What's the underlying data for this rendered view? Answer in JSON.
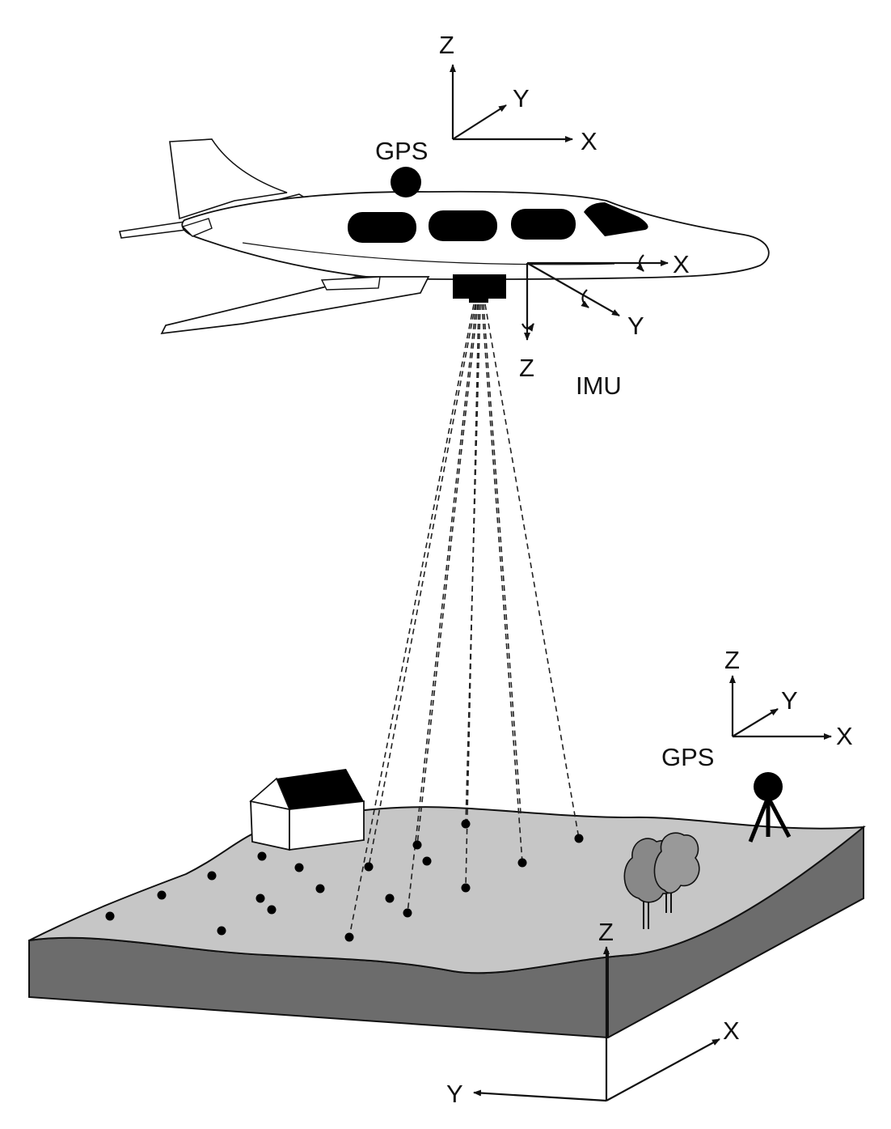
{
  "labels": {
    "aircraft_axes": {
      "z": "Z",
      "y": "Y",
      "x": "X"
    },
    "aircraft_gps": "GPS",
    "imu_axes": {
      "x": "X",
      "y": "Y",
      "z": "Z"
    },
    "imu": "IMU",
    "ground_station_axes": {
      "z": "Z",
      "y": "Y",
      "x": "X"
    },
    "ground_gps": "GPS",
    "ground_axes": {
      "z": "Z",
      "x": "X",
      "y": "Y"
    }
  },
  "colors": {
    "terrain_top": "#c6c6c6",
    "terrain_side": "#6c6c6c",
    "ink": "#000000",
    "paper": "#ffffff"
  }
}
